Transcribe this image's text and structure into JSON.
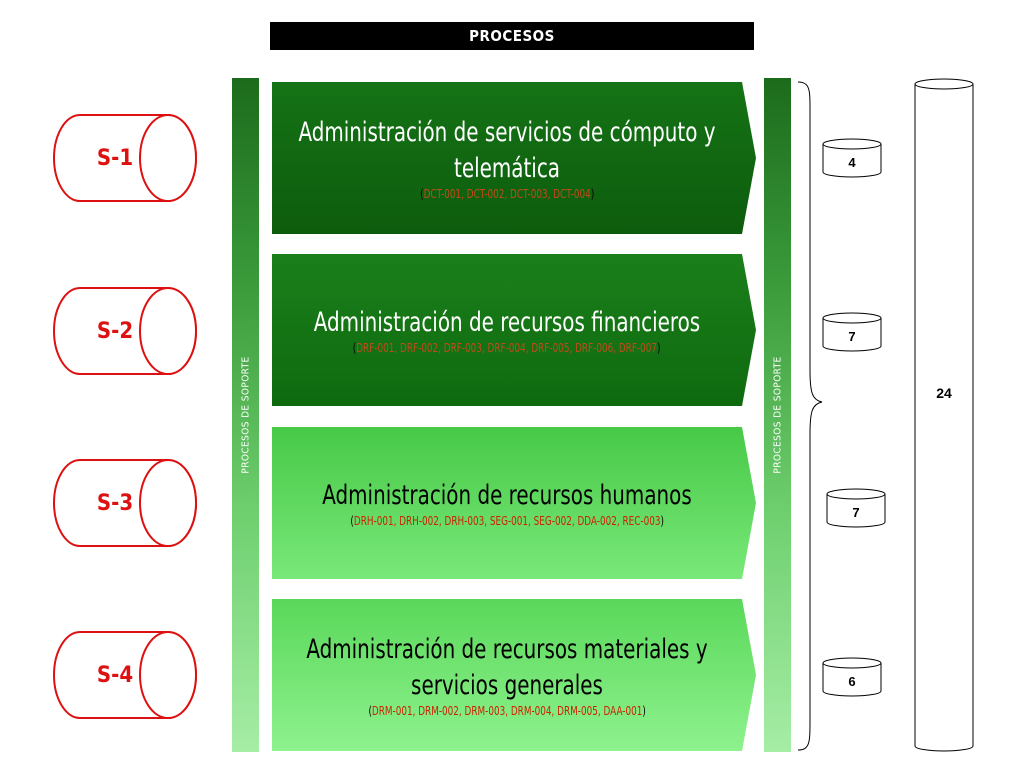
{
  "header": {
    "title": "PROCESOS"
  },
  "support_bars": {
    "left_label": "PROCESOS DE SOPORTE",
    "right_label": "PROCESOS DE SOPORTE"
  },
  "systems": [
    {
      "label": "S-1"
    },
    {
      "label": "S-2"
    },
    {
      "label": "S-3"
    },
    {
      "label": "S-4"
    }
  ],
  "processes": [
    {
      "title": "Administración de servicios de cómputo y telemática",
      "codes": "DCT-001, DCT-002, DCT-003, DCT-004",
      "fill": "#157315",
      "fill_end": "#0d5c0d"
    },
    {
      "title": "Administración de recursos financieros",
      "codes": "DRF-001, DRF-002, DRF-003, DRF-004, DRF-005, DRF-006, DRF-007",
      "fill": "#1a7f1a",
      "fill_end": "#0f6a0f"
    },
    {
      "title": "Administración de recursos humanos",
      "codes": "DRH-001, DRH-002, DRH-003, SEG-001, SEG-002, DDA-002, REC-003",
      "fill": "#47c947",
      "fill_end": "#79e879"
    },
    {
      "title": "Administración de recursos materiales y servicios generales",
      "codes": "DRM-001, DRM-002, DRM-003, DRM-004, DRM-005, DAA-001",
      "fill": "#5ad85a",
      "fill_end": "#8ef28e"
    }
  ],
  "counts": [
    {
      "value": "4"
    },
    {
      "value": "7"
    },
    {
      "value": "7"
    },
    {
      "value": "6"
    }
  ],
  "total": {
    "value": "24"
  }
}
